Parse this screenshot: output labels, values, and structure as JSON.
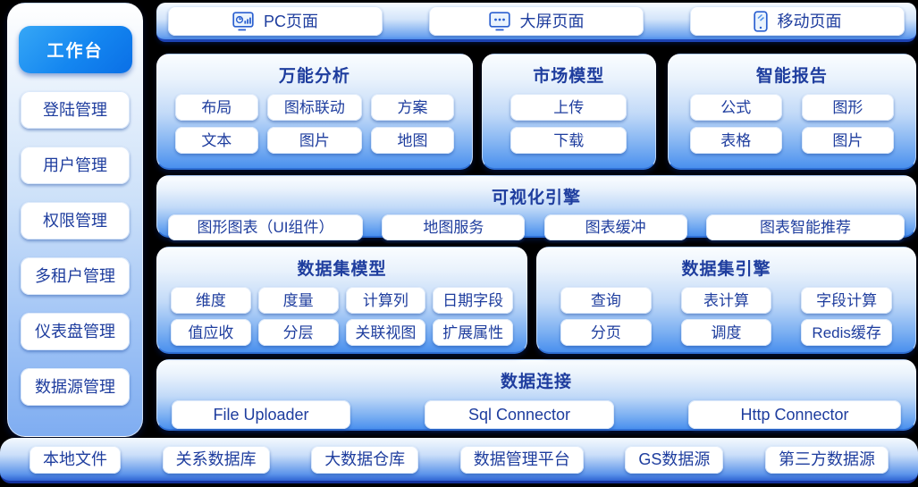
{
  "page": {
    "background_color": "#000000",
    "text_color": "#1e3d9e",
    "active_button_color": "#0a6fe6",
    "panel_bottom_color": "#4a90ee"
  },
  "sidebar": {
    "active_label": "工作台",
    "items": [
      "登陆管理",
      "用户管理",
      "权限管理",
      "多租户管理",
      "仪表盘管理",
      "数据源管理"
    ]
  },
  "top_bar": {
    "tabs": [
      {
        "label": "PC页面",
        "icon": "pc-monitor-chart-icon"
      },
      {
        "label": "大屏页面",
        "icon": "big-screen-dots-icon"
      },
      {
        "label": "移动页面",
        "icon": "mobile-phone-icon"
      }
    ]
  },
  "sections": {
    "universal_analysis": {
      "title": "万能分析",
      "buttons": [
        "布局",
        "图标联动",
        "方案",
        "文本",
        "图片",
        "地图"
      ]
    },
    "market_model": {
      "title": "市场模型",
      "buttons": [
        "上传",
        "下载"
      ]
    },
    "smart_report": {
      "title": "智能报告",
      "buttons": [
        "公式",
        "图形",
        "表格",
        "图片"
      ]
    },
    "visual_engine": {
      "title": "可视化引擎",
      "buttons": [
        "图形图表（UI组件）",
        "地图服务",
        "图表缓冲",
        "图表智能推荐"
      ]
    },
    "dataset_model": {
      "title": "数据集模型",
      "buttons": [
        "维度",
        "度量",
        "计算列",
        "日期字段",
        "值应收",
        "分层",
        "关联视图",
        "扩展属性"
      ]
    },
    "dataset_engine": {
      "title": "数据集引擎",
      "buttons": [
        "查询",
        "表计算",
        "字段计算",
        "分页",
        "调度",
        "Redis缓存"
      ]
    },
    "data_connect": {
      "title": "数据连接",
      "buttons": [
        "File Uploader",
        "Sql Connector",
        "Http Connector"
      ]
    }
  },
  "footer": {
    "items": [
      "本地文件",
      "关系数据库",
      "大数据仓库",
      "数据管理平台",
      "GS数据源",
      "第三方数据源"
    ]
  }
}
